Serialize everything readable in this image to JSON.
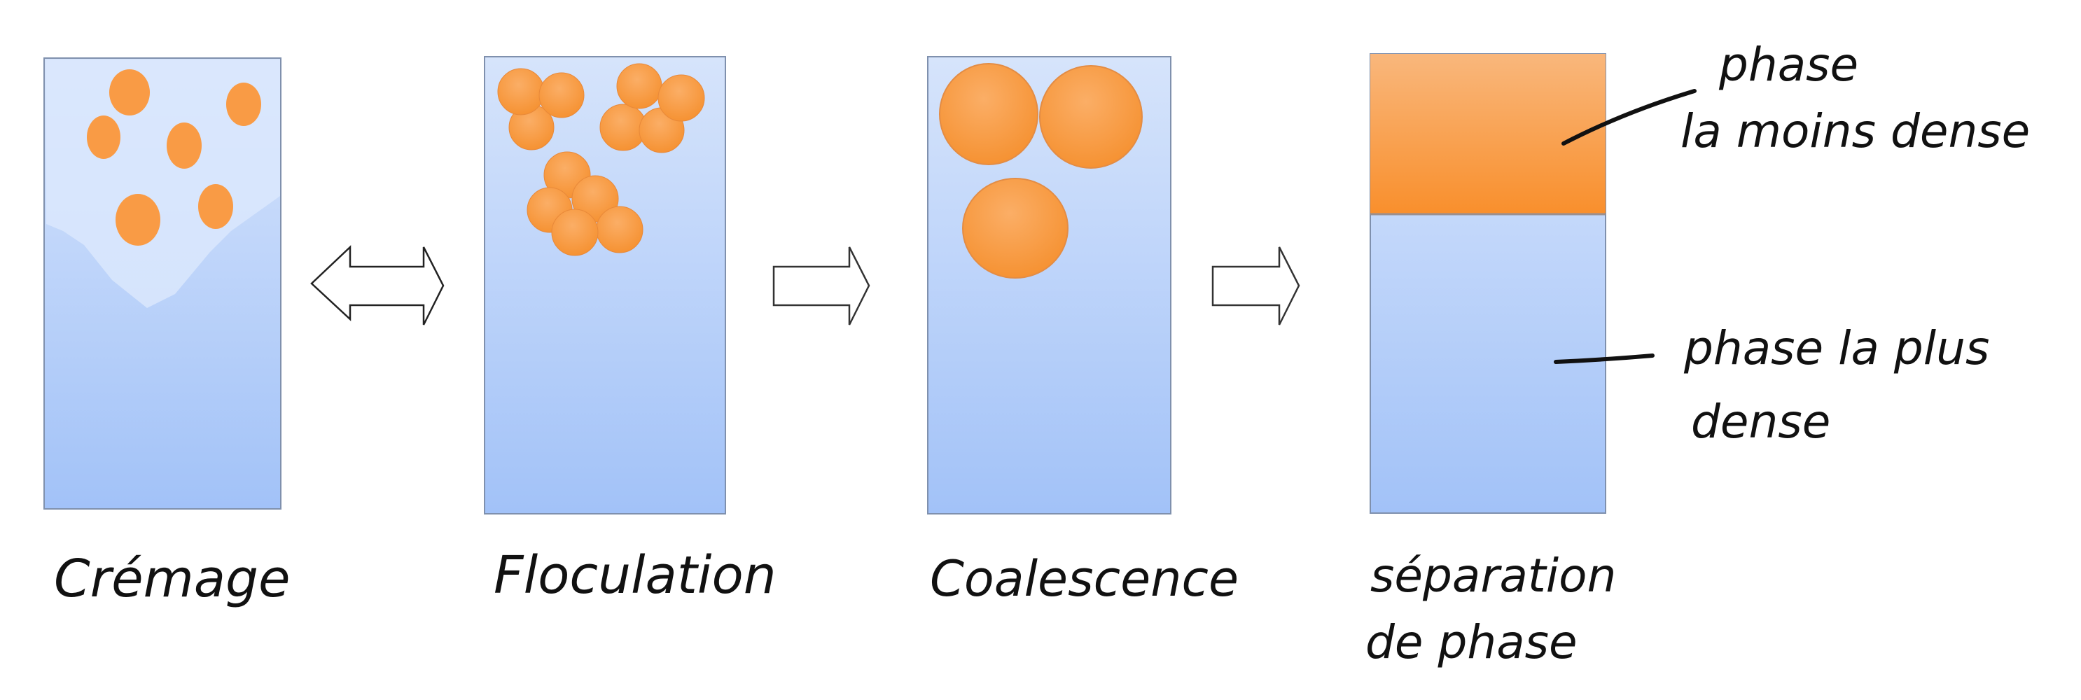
{
  "stages": [
    {
      "label": "Crémage"
    },
    {
      "label": "Floculation"
    },
    {
      "label": "Coalescence"
    },
    {
      "label": "séparation",
      "label2": "de phase"
    }
  ],
  "annotations": {
    "top_line1": "phase",
    "top_line2": "la moins dense",
    "bottom_line1": "phase la plus",
    "bottom_line2": "dense"
  },
  "arrows": [
    "double-arrow-icon",
    "right-arrow-icon",
    "right-arrow-icon"
  ],
  "colors": {
    "liquid_top": "#d6e4fb",
    "liquid_bottom": "#a2c2f8",
    "droplet": "#f99b45",
    "light_phase": "#f8b478"
  }
}
